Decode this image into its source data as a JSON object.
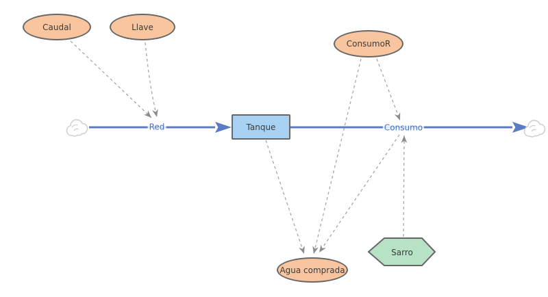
{
  "nodes": {
    "caudal": {
      "label": "Caudal",
      "shape": "ellipse"
    },
    "llave": {
      "label": "Llave",
      "shape": "ellipse"
    },
    "consumor": {
      "label": "ConsumoR",
      "shape": "ellipse"
    },
    "tanque": {
      "label": "Tanque",
      "shape": "stock-rectangle"
    },
    "agua_comprada": {
      "label": "Agua comprada",
      "shape": "ellipse"
    },
    "sarro": {
      "label": "Sarro",
      "shape": "hexagon"
    }
  },
  "flows": {
    "red": {
      "label": "Red"
    },
    "consumo": {
      "label": "Consumo"
    }
  },
  "connectors": [
    {
      "from": "Caudal",
      "to": "Red"
    },
    {
      "from": "Llave",
      "to": "Red"
    },
    {
      "from": "ConsumoR",
      "to": "Consumo"
    },
    {
      "from": "ConsumoR",
      "to": "Agua comprada"
    },
    {
      "from": "Tanque",
      "to": "Agua comprada"
    },
    {
      "from": "Consumo",
      "to": "Agua comprada"
    },
    {
      "from": "Sarro",
      "to": "Consumo"
    }
  ],
  "colors": {
    "background": "#FFFFFF",
    "auxiliary_fill": "#F9C59E",
    "stock_fill": "#A9D1F1",
    "hexagon_fill": "#B8E2C6",
    "shape_border": "#666666",
    "flow_line": "#5B7CC2",
    "flow_label": "#4472C4",
    "connector": "#A6A6A6",
    "connector_arrow": "#8C8C8C",
    "cloud_stroke": "#CCCCCC",
    "node_label": "#3B3B3B"
  }
}
